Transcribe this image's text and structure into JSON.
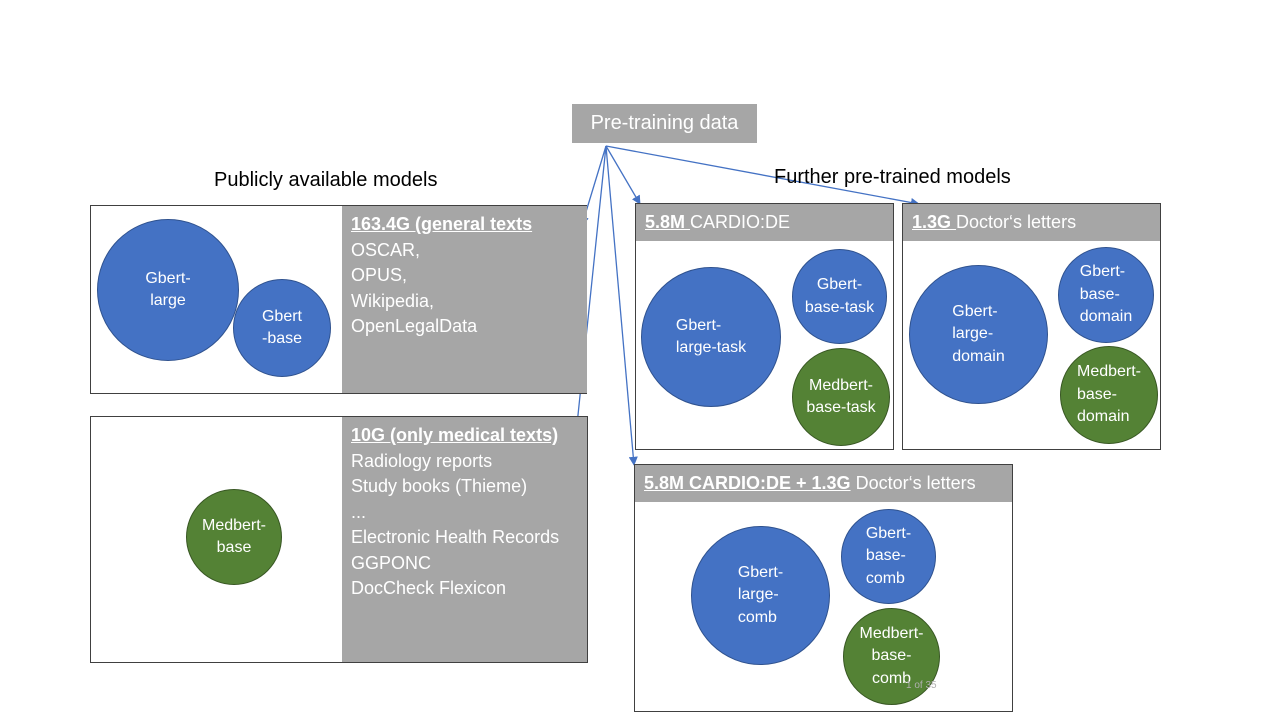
{
  "source": {
    "label": "Pre-training data"
  },
  "sections": {
    "public_title": "Publicly available models",
    "further_title": "Further pre-trained models"
  },
  "general_corpus": {
    "size": "163.4G (general texts",
    "sources": [
      "OSCAR,",
      "OPUS,",
      "Wikipedia,",
      "OpenLegalData"
    ],
    "models": [
      "Gbert-\nlarge",
      "Gbert\n-base"
    ]
  },
  "medical_corpus": {
    "size": "10G (only medical texts)",
    "sources": [
      "Radiology reports",
      "Study books (Thieme)",
      "...",
      "Electronic Health Records",
      "GGPONC",
      "DocCheck Flexicon"
    ],
    "models": [
      "Medbert-\nbase"
    ]
  },
  "cardio": {
    "size": "5.8M ",
    "name": "CARDIO:DE",
    "models": [
      "Gbert-\nlarge-task",
      "Gbert-\nbase-task",
      "Medbert-\nbase-task"
    ]
  },
  "letters": {
    "size": "1.3G ",
    "name": "Doctor‘s letters",
    "models": [
      "Gbert-\nlarge-\ndomain",
      "Gbert-\nbase-\ndomain",
      "Medbert-\nbase-\ndomain"
    ]
  },
  "combined": {
    "size": "5.8M CARDIO:DE + 1.3G",
    "name": " Doctor‘s letters",
    "models": [
      "Gbert-\nlarge-\ncomb",
      "Gbert-\nbase-\ncomb",
      "Medbert-\nbase-\ncomb"
    ]
  },
  "footer": {
    "page": "1 of 35"
  },
  "colors": {
    "gbert": "#4472c4",
    "medbert": "#548235",
    "panel": "#a6a6a6",
    "arrow": "#4472c4"
  }
}
